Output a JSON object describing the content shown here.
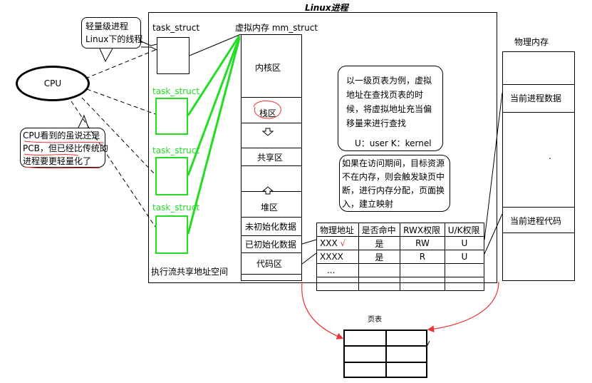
{
  "title": "Linux进程",
  "cpu_label": "CPU",
  "bubble_top": [
    "轻量级进程",
    "Linux下的线程"
  ],
  "bubble_left": [
    "CPU看到的虽说还是",
    "PCB，但已经比传统的",
    "进程要更轻量化了"
  ],
  "task_struct_label": "task_struct",
  "mm_struct_label": "虚拟内存 mm_struct",
  "shared_space_label": "执行流共享地址空间",
  "vm_regions": {
    "kernel": "内核区",
    "stack": "栈区",
    "shared": "共享区",
    "heap": "堆区",
    "bss": "未初始化数据",
    "data": "已初始化数据",
    "code": "代码区"
  },
  "note1": [
    "以一级页表为例，虚拟",
    "地址在查找页表的时",
    "候，将虚拟地址充当偏",
    "移量来进行查找",
    "U：user  K：kernel"
  ],
  "note2": [
    "如果在访问期间，目标资源",
    "不在内存，则会触发缺页中",
    "断，进行内存分配，页面换",
    "入，建立映射"
  ],
  "page_table": {
    "headers": [
      "物理地址",
      "是否命中",
      "RWX权限",
      "U/K权限"
    ],
    "rows": [
      [
        "XXX",
        "是",
        "RW",
        "U"
      ],
      [
        "XXXX",
        "是",
        "R",
        "U"
      ],
      [
        "...",
        "",
        "",
        ""
      ],
      [
        "",
        "",
        "",
        ""
      ]
    ],
    "check_mark": "√"
  },
  "physical_memory_label": "物理内存",
  "pm_data_label": "当前进程数据",
  "pm_dot": ".",
  "pm_code_label": "当前进程代码",
  "page_table_label": "页表"
}
